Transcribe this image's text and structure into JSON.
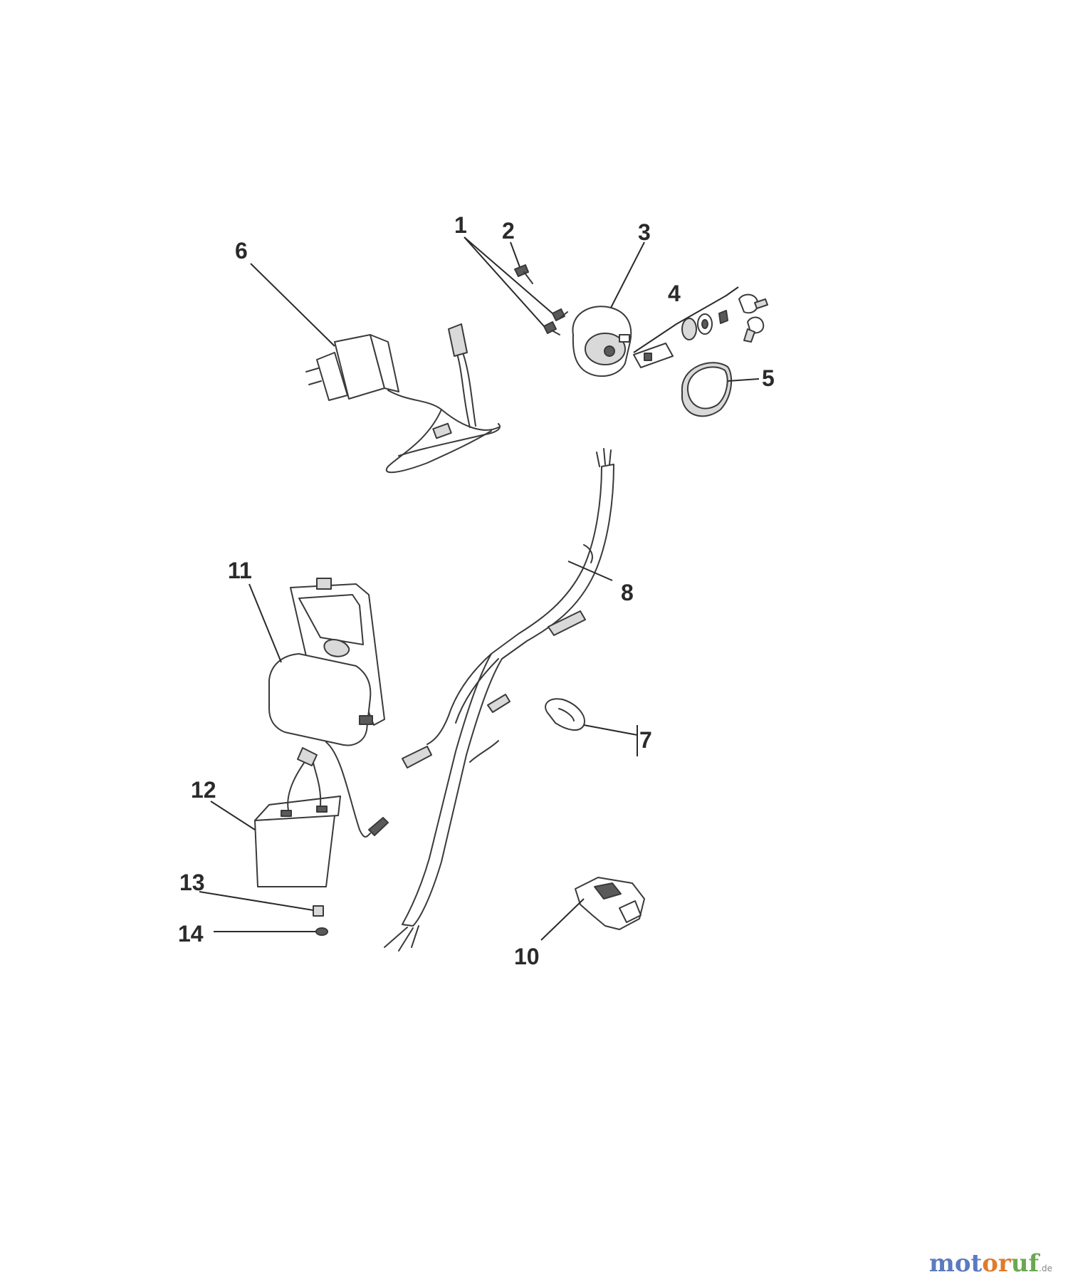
{
  "callouts": {
    "c1": "1",
    "c2": "2",
    "c3": "3",
    "c4": "4",
    "c5": "5",
    "c6": "6",
    "c7": "7",
    "c8": "8",
    "c10": "10",
    "c11": "11",
    "c12": "12",
    "c13": "13",
    "c14": "14"
  },
  "watermark": {
    "part1": "mot",
    "part2": "or",
    "part3": "uf",
    "tld": ".de"
  }
}
